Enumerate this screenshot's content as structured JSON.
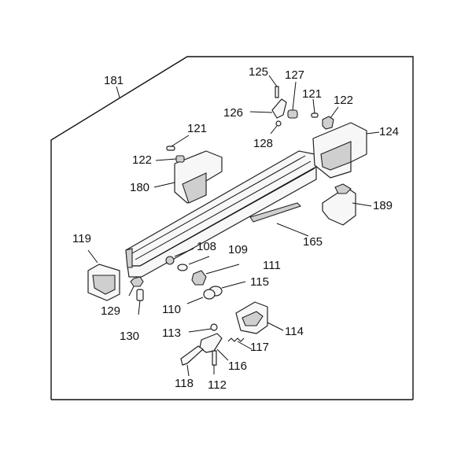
{
  "diagram": {
    "assembly_label": "181",
    "parts": [
      {
        "id": "125",
        "label": "125"
      },
      {
        "id": "127",
        "label": "127"
      },
      {
        "id": "121a",
        "label": "121"
      },
      {
        "id": "122a",
        "label": "122"
      },
      {
        "id": "126",
        "label": "126"
      },
      {
        "id": "128",
        "label": "128"
      },
      {
        "id": "124",
        "label": "124"
      },
      {
        "id": "121b",
        "label": "121"
      },
      {
        "id": "122b",
        "label": "122"
      },
      {
        "id": "180",
        "label": "180"
      },
      {
        "id": "189",
        "label": "189"
      },
      {
        "id": "165",
        "label": "165"
      },
      {
        "id": "119",
        "label": "119"
      },
      {
        "id": "108",
        "label": "108"
      },
      {
        "id": "109",
        "label": "109"
      },
      {
        "id": "111",
        "label": "111"
      },
      {
        "id": "115",
        "label": "115"
      },
      {
        "id": "110",
        "label": "110"
      },
      {
        "id": "129",
        "label": "129"
      },
      {
        "id": "130",
        "label": "130"
      },
      {
        "id": "113",
        "label": "113"
      },
      {
        "id": "114",
        "label": "114"
      },
      {
        "id": "117",
        "label": "117"
      },
      {
        "id": "116",
        "label": "116"
      },
      {
        "id": "118",
        "label": "118"
      },
      {
        "id": "112",
        "label": "112"
      }
    ]
  }
}
